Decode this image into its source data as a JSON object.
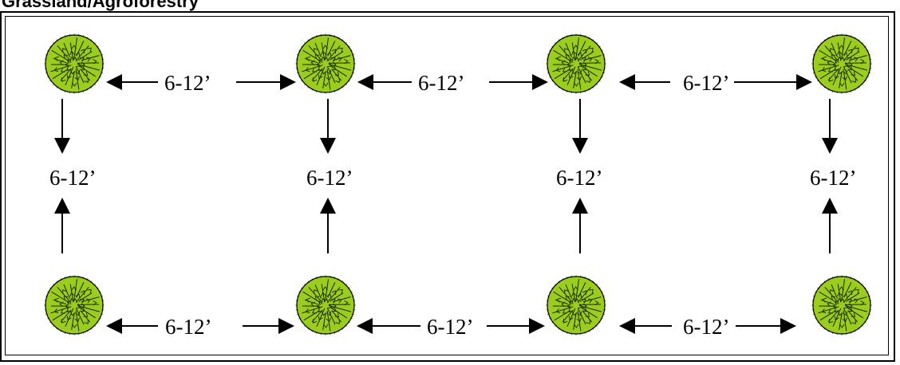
{
  "title": "Grassland/Agroforestry",
  "diagram": {
    "tree_color": "#9ACD1E",
    "tree_outline": "#000000",
    "spacing_label": "6-12’",
    "rows": 2,
    "columns": 4,
    "horizontal_labels": {
      "top": [
        "6-12’",
        "6-12’",
        "6-12’"
      ],
      "bottom": [
        "6-12’",
        "6-12’",
        "6-12’"
      ]
    },
    "vertical_labels": [
      "6-12’",
      "6-12’",
      "6-12’",
      "6-12’"
    ]
  }
}
